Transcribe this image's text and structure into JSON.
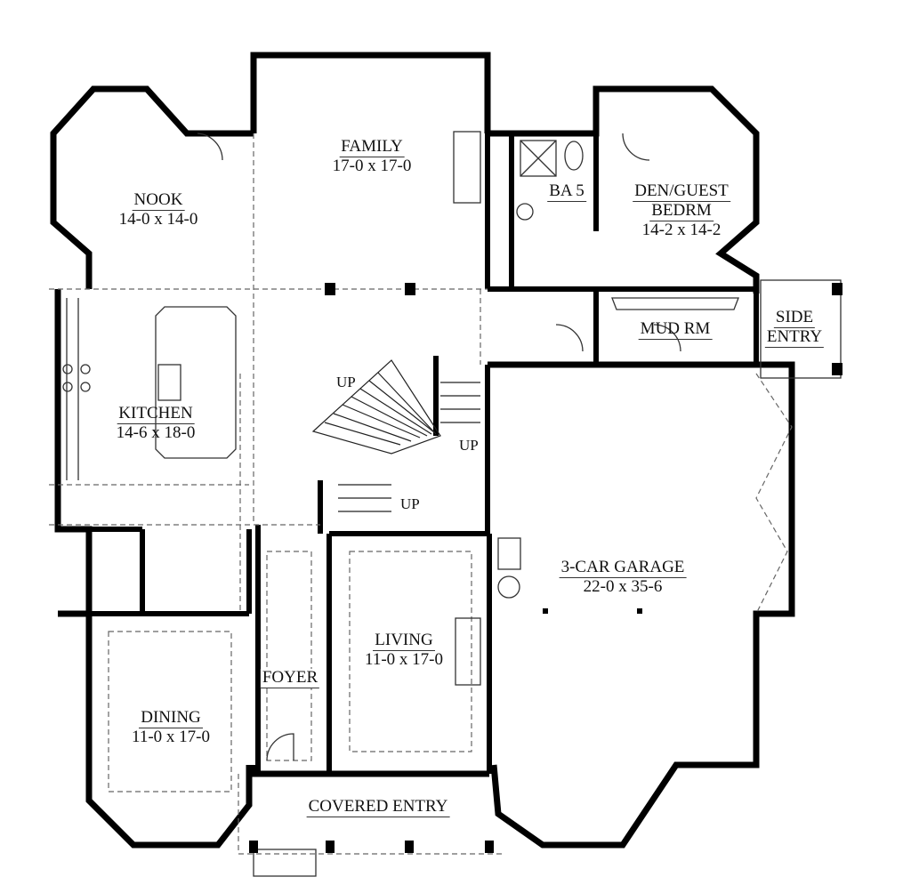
{
  "rooms": {
    "family": {
      "name": "FAMILY",
      "dim": "17-0 x 17-0"
    },
    "nook": {
      "name": "NOOK",
      "dim": "14-0 x 14-0"
    },
    "bath": {
      "name": "BA 5"
    },
    "den": {
      "name": "DEN/GUEST",
      "name2": "BEDRM",
      "dim": "14-2 x 14-2"
    },
    "mud": {
      "name": "MUD RM"
    },
    "side_entry": {
      "name": "SIDE",
      "name2": "ENTRY"
    },
    "kitchen": {
      "name": "KITCHEN",
      "dim": "14-6 x 18-0"
    },
    "garage": {
      "name": "3-CAR GARAGE",
      "dim": "22-0 x 35-6"
    },
    "living": {
      "name": "LIVING",
      "dim": "11-0 x 17-0"
    },
    "foyer": {
      "name": "FOYER"
    },
    "dining": {
      "name": "DINING",
      "dim": "11-0 x 17-0"
    },
    "covered_entry": {
      "name": "COVERED ENTRY"
    }
  },
  "stairs": {
    "up1": "UP",
    "up2": "UP",
    "up3": "UP"
  },
  "colors": {
    "wall": "#000000",
    "line": "#555555",
    "background": "#ffffff"
  }
}
